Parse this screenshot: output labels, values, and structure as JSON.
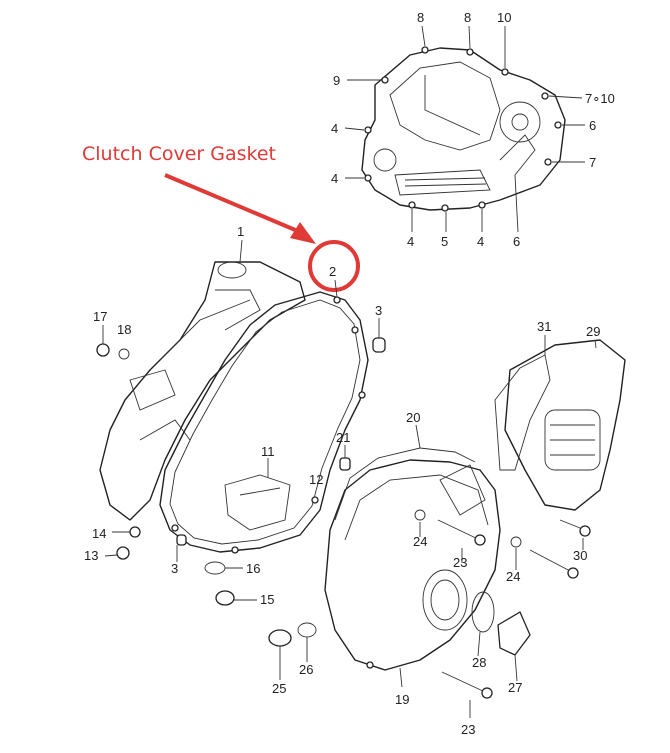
{
  "callout": {
    "text": "Clutch Cover Gasket",
    "color": "#e03a36"
  },
  "labels": {
    "p1": "1",
    "p2": "2",
    "p3a": "3",
    "p3b": "3",
    "p4a": "4",
    "p4b": "4",
    "p4c": "4",
    "p4d": "4",
    "p5": "5",
    "p6a": "6",
    "p6b": "6",
    "p7a": "7",
    "p710": "7∘10",
    "p8a": "8",
    "p8b": "8",
    "p9": "9",
    "p10": "10",
    "p11": "11",
    "p12": "12",
    "p13": "13",
    "p14": "14",
    "p15": "15",
    "p16": "16",
    "p17": "17",
    "p18": "18",
    "p19": "19",
    "p20": "20",
    "p21": "21",
    "p23a": "23",
    "p23b": "23",
    "p24a": "24",
    "p24b": "24",
    "p25": "25",
    "p26": "26",
    "p27": "27",
    "p28": "28",
    "p29": "29",
    "p30": "30",
    "p31": "31"
  }
}
